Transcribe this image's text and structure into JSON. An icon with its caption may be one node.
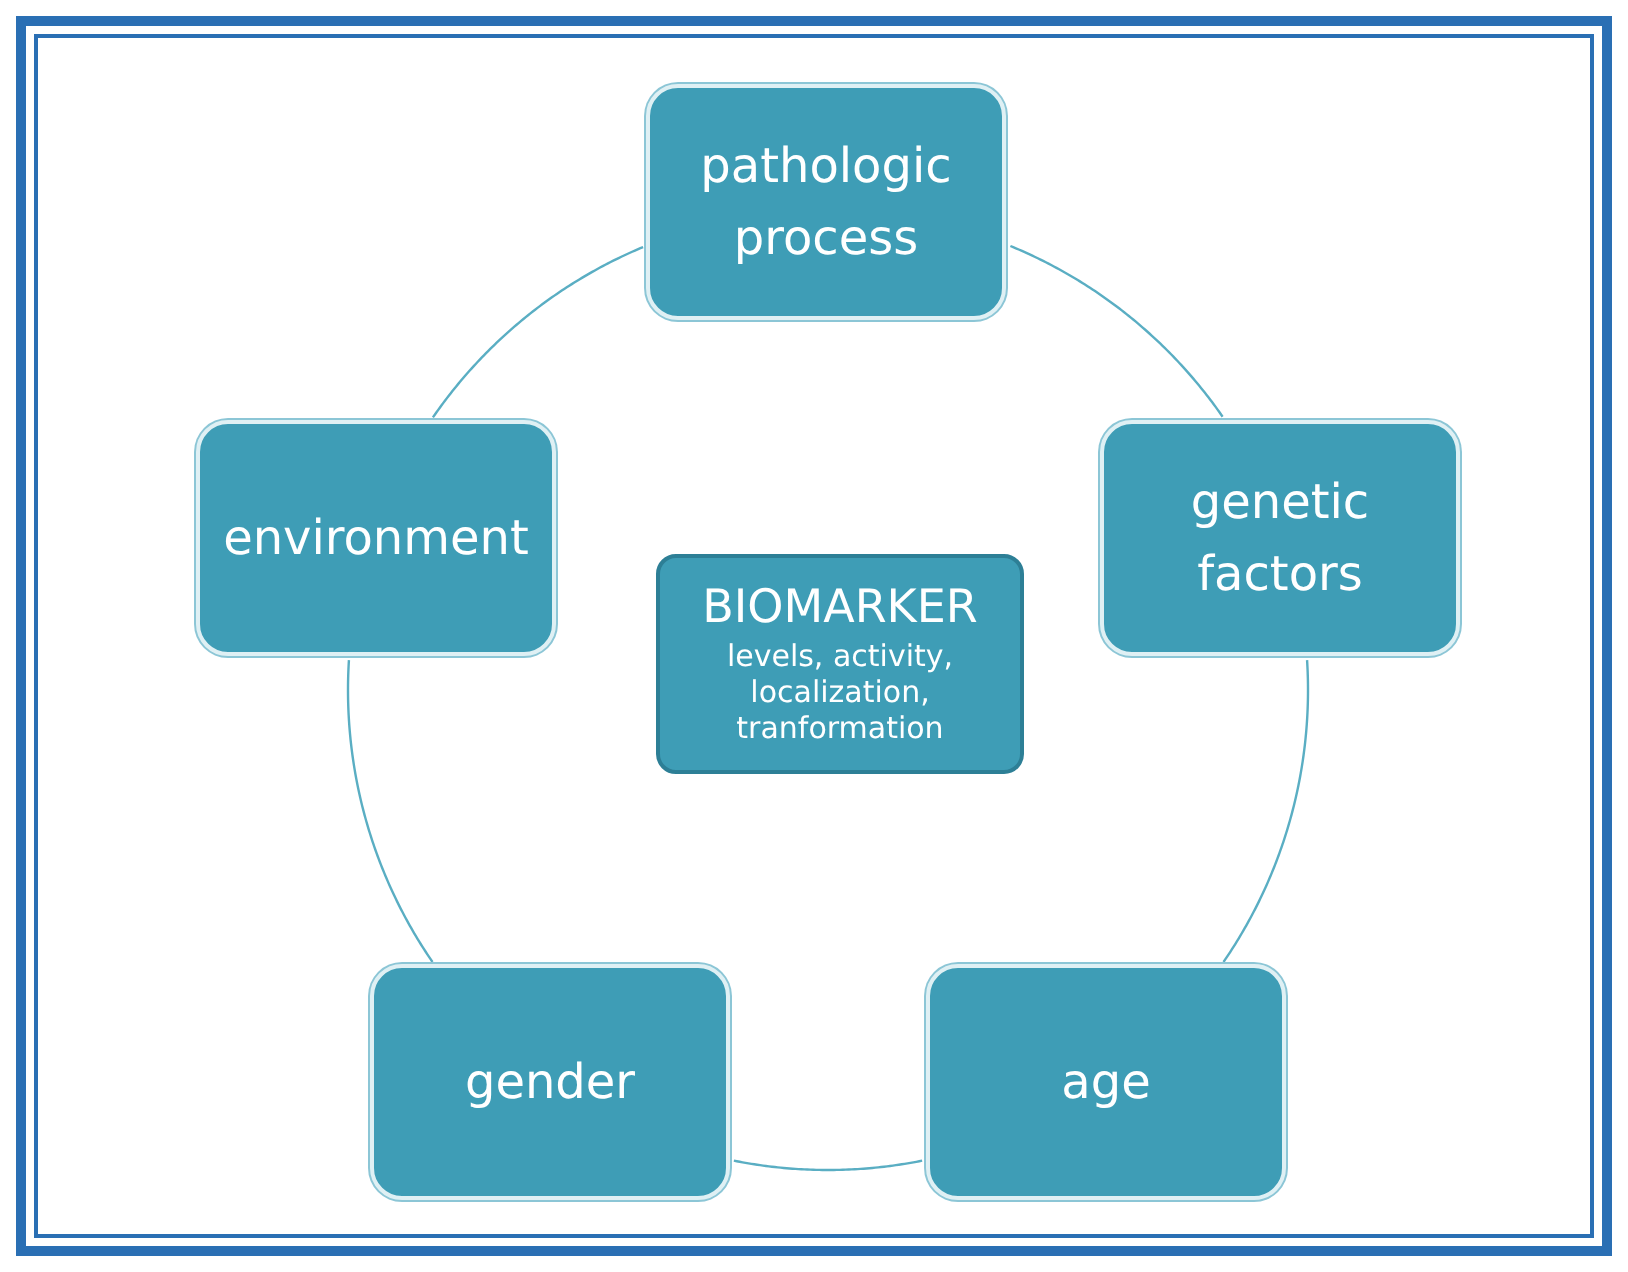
{
  "diagram": {
    "nodes": [
      {
        "text": [
          "pathologic process"
        ]
      },
      {
        "text": [
          "genetic factors"
        ]
      },
      {
        "text": [
          "age"
        ]
      },
      {
        "text": [
          "gender"
        ]
      },
      {
        "text": [
          "environment"
        ]
      },
      {
        "text": [
          "BIOMARKER",
          "levels, activity, localization, tranformation"
        ]
      }
    ],
    "edges": [
      {
        "from": 0,
        "to": 1,
        "arrow": "none"
      },
      {
        "from": 1,
        "to": 2,
        "arrow": "none"
      },
      {
        "from": 2,
        "to": 3,
        "arrow": "none"
      },
      {
        "from": 3,
        "to": 4,
        "arrow": "none"
      },
      {
        "from": 4,
        "to": 0,
        "arrow": "none"
      }
    ]
  }
}
